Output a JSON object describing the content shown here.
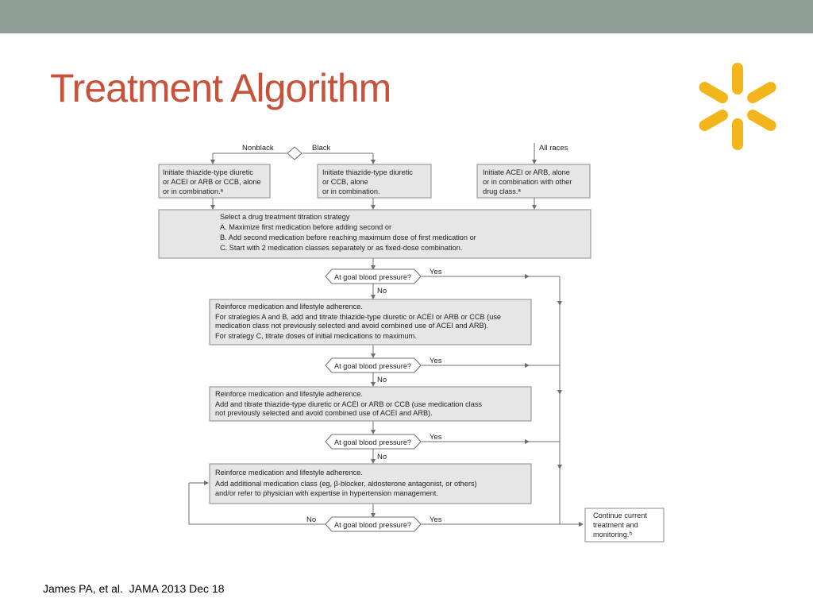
{
  "slide": {
    "title": "Treatment Algorithm",
    "citation": "James PA, et al.  JAMA 2013 Dec 18"
  },
  "colors": {
    "top_bar": "#8e9e97",
    "title": "#c7523b",
    "logo_spark": "#f2b51c",
    "box_fill": "#e6e6e6",
    "box_border": "#8a8a8a"
  },
  "flowchart": {
    "branch_labels": {
      "nonblack": "Nonblack",
      "black": "Black",
      "all_races": "All races"
    },
    "initial_boxes": {
      "nonblack": [
        "Initiate thiazide-type diuretic",
        "or ACEI or ARB or CCB, alone",
        "or in combination.ᵃ"
      ],
      "black": [
        "Initiate thiazide-type diuretic",
        "or CCB, alone",
        "or in combination."
      ],
      "all_races": [
        "Initiate ACEI or ARB, alone",
        "or in combination with other",
        "drug class.ᵃ"
      ]
    },
    "titration": {
      "heading": "Select a drug treatment titration strategy",
      "a": "A. Maximize first medication before adding second or",
      "b": "B. Add second medication before reaching maximum dose of first medication or",
      "c": "C. Start with 2 medication classes separately or as fixed-dose combination."
    },
    "decision": "At goal blood pressure?",
    "yes": "Yes",
    "no": "No",
    "step2": [
      "Reinforce medication and lifestyle adherence.",
      "For strategies A and B, add and titrate thiazide-type diuretic or ACEI or ARB or CCB (use",
      "medication class not previously selected and avoid combined use of ACEI and ARB).",
      "For strategy C, titrate doses of initial medications to maximum."
    ],
    "step3": [
      "Reinforce medication and lifestyle adherence.",
      "Add and titrate thiazide-type diuretic or ACEI or ARB or CCB (use medication class",
      "not previously selected and avoid combined use of ACEI and ARB)."
    ],
    "step4": [
      "Reinforce medication and lifestyle adherence.",
      "Add additional medication class (eg, β-blocker, aldosterone antagonist, or others)",
      "and/or refer to physician with expertise in hypertension management."
    ],
    "continue": [
      "Continue current",
      "treatment and",
      "monitoring.ᵇ"
    ]
  }
}
